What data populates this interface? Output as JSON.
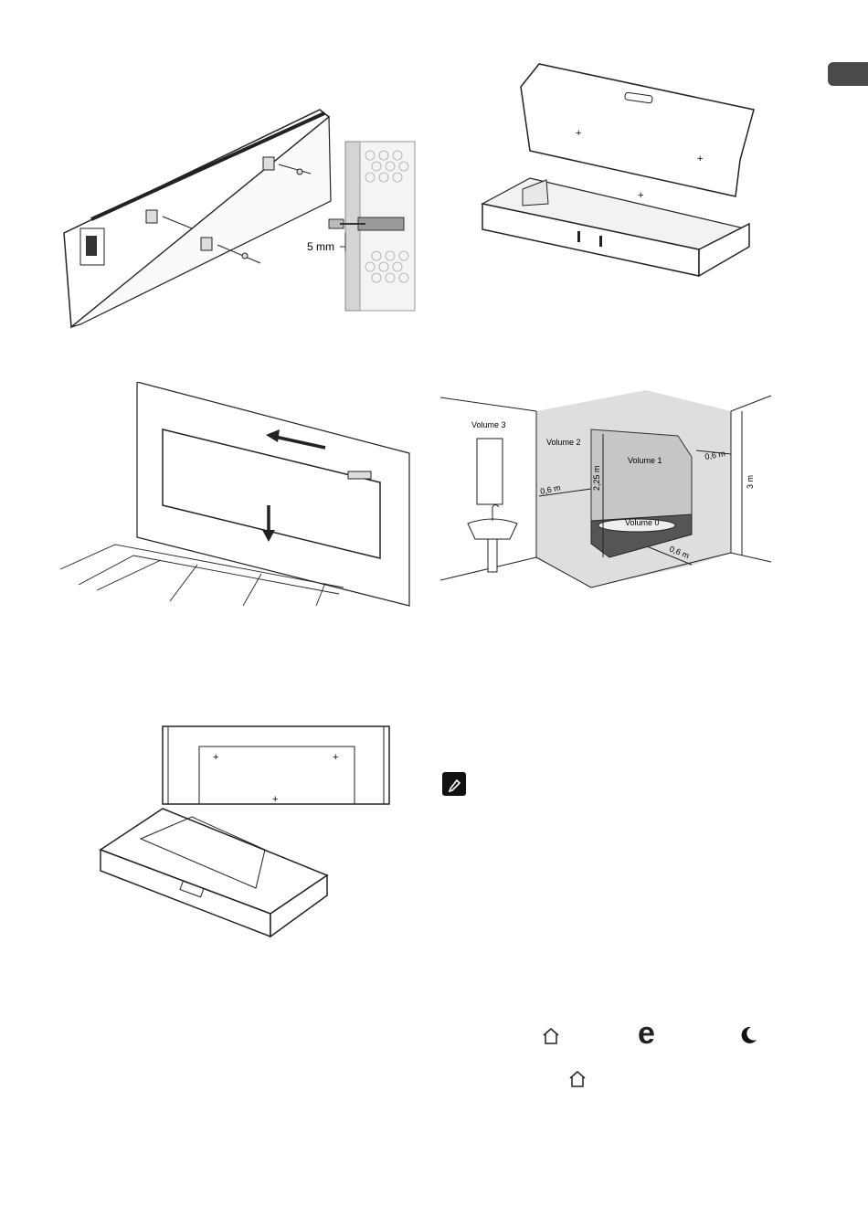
{
  "fig_mounting": {
    "gap_label": "5 mm"
  },
  "fig_bathroom": {
    "volume3": "Volume 3",
    "volume2": "Volume 2",
    "volume1": "Volume 1",
    "volume0": "Volume 0",
    "dist_left": "0,6 m",
    "dist_right": "0,6 m",
    "dist_floor": "0,6 m",
    "height_shower": "2,25 m",
    "height_room": "3 m"
  },
  "icons": {
    "row1": [
      "home-icon",
      "eco-icon",
      "moon-icon"
    ],
    "row2": [
      "home-icon"
    ],
    "eco_glyph": "e"
  }
}
